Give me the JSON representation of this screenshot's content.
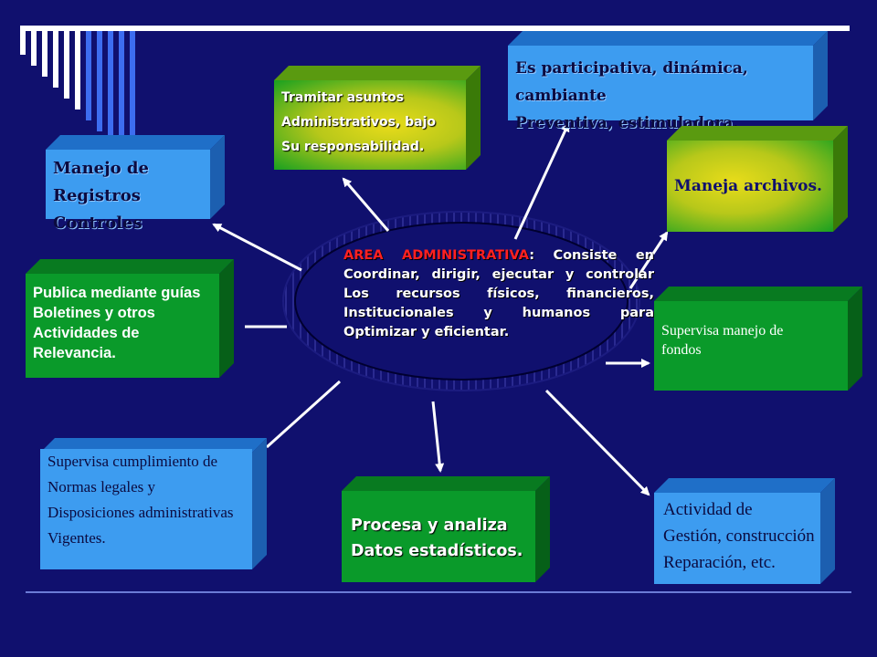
{
  "center": {
    "lead": "AREA ADMINISTRATIVA",
    "body": ": Consiste en Coordinar, dirigir, ejecutar y controlar Los recursos físicos, financieros, Institucionales y humanos para Optimizar y eficientar."
  },
  "boxes": {
    "registros": "Manejo de Registros\nControles",
    "tramitar": "Tramitar asuntos\nAdministrativos, bajo\nSu responsabilidad.",
    "participativa": "Es participativa, dinámica, cambiante\nPreventiva, estimuladora.",
    "archivos": "Maneja archivos.",
    "publica": "Publica mediante guías\nBoletines y otros\nActividades de\nRelevancia.",
    "fondos": "Supervisa manejo de\nfondos",
    "normas": "Supervisa cumplimiento de\nNormas legales y\nDisposiciones administrativas\nVigentes.",
    "estadisticos": "Procesa y analiza\nDatos estadísticos.",
    "gestion": "Actividad de\nGestión, construcción\nReparación, etc."
  },
  "colors": {
    "background": "#10106e",
    "blue_box": "#3d9cf0",
    "green_box": "#0a9a2a",
    "yellow_green": "#d8d21a",
    "dark_text": "#0b0b40",
    "lead_red": "#ff2020"
  }
}
